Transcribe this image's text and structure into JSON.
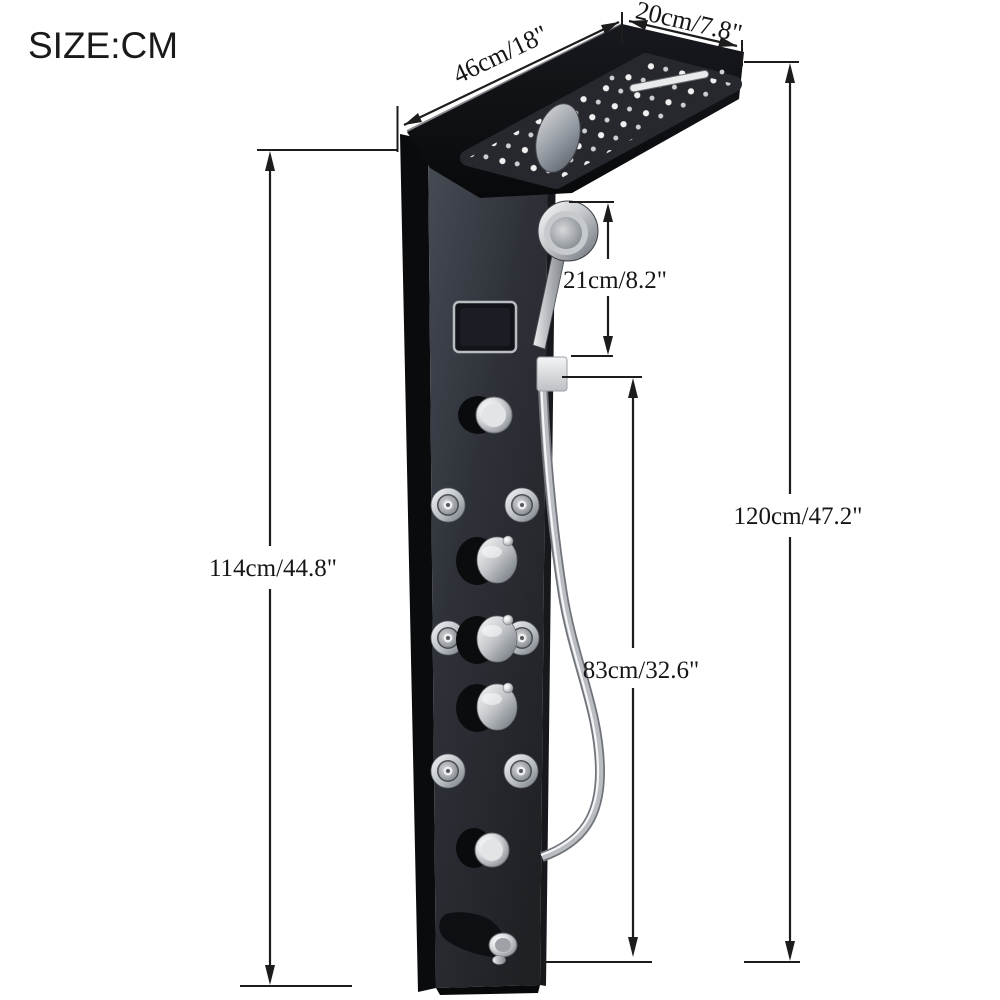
{
  "title": "SIZE:CM",
  "dimensions": {
    "head_length": {
      "label": "46cm/18\"",
      "cm": 46,
      "inch": 18
    },
    "head_depth": {
      "label": "20cm/7.8\"",
      "cm": 20,
      "inch": 7.8
    },
    "hand_shower": {
      "label": "21cm/8.2\"",
      "cm": 21,
      "inch": 8.2
    },
    "overall_height": {
      "label": "120cm/47.2\"",
      "cm": 120,
      "inch": 47.2
    },
    "panel_height": {
      "label": "114cm/44.8\"",
      "cm": 114,
      "inch": 44.8
    },
    "hose_height": {
      "label": "83cm/32.6\"",
      "cm": 83,
      "inch": 32.6
    }
  },
  "product": {
    "name": "shower-panel-tower",
    "features": [
      "rain-waterfall-head",
      "lcd-display",
      "hand-shower",
      "six-body-jets",
      "three-mixer-knobs",
      "tub-spout"
    ]
  },
  "colors": {
    "background": "#ffffff",
    "annotation": "#1c1c1c",
    "panel_black": "#0a0b0d",
    "panel_front": "#2e3138",
    "chrome_light": "#f2f3f4",
    "chrome_dark": "#8e9399"
  }
}
